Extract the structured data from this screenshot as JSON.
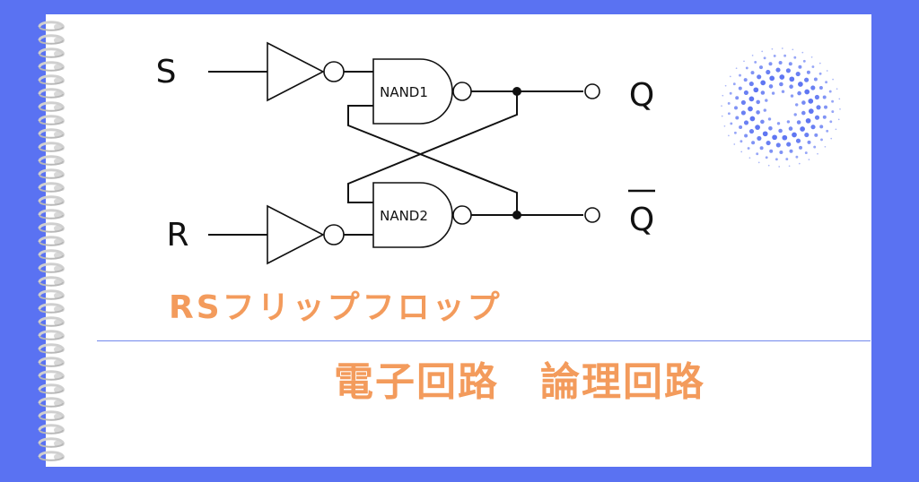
{
  "diagram": {
    "inputs": {
      "set": "S",
      "reset": "R"
    },
    "outputs": {
      "q": "Q",
      "q_bar": "Q"
    },
    "gates": [
      "NAND1",
      "NAND2"
    ]
  },
  "title": "RSフリップフロップ",
  "subtitle": "電子回路　論理回路",
  "colors": {
    "background": "#5a72f2",
    "page": "#ffffff",
    "title_text": "#f39b5c",
    "divider": "#7288ec",
    "dot_pattern": "#5a72f2"
  }
}
